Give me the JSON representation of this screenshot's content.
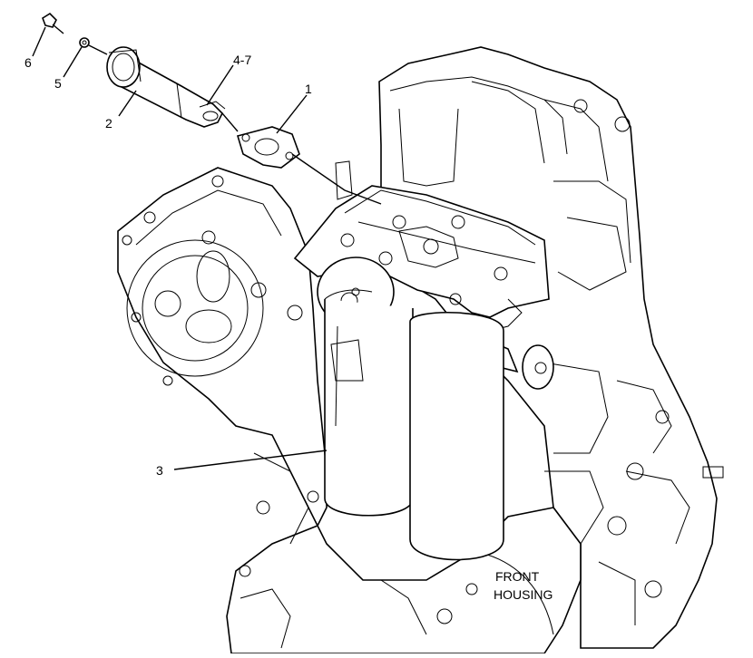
{
  "diagram": {
    "callouts": {
      "c1": "1",
      "c2": "2",
      "c3": "3",
      "c47": "4-7",
      "c5": "5",
      "c6": "6"
    },
    "note_line1": "FRONT",
    "note_line2": "HOUSING"
  }
}
